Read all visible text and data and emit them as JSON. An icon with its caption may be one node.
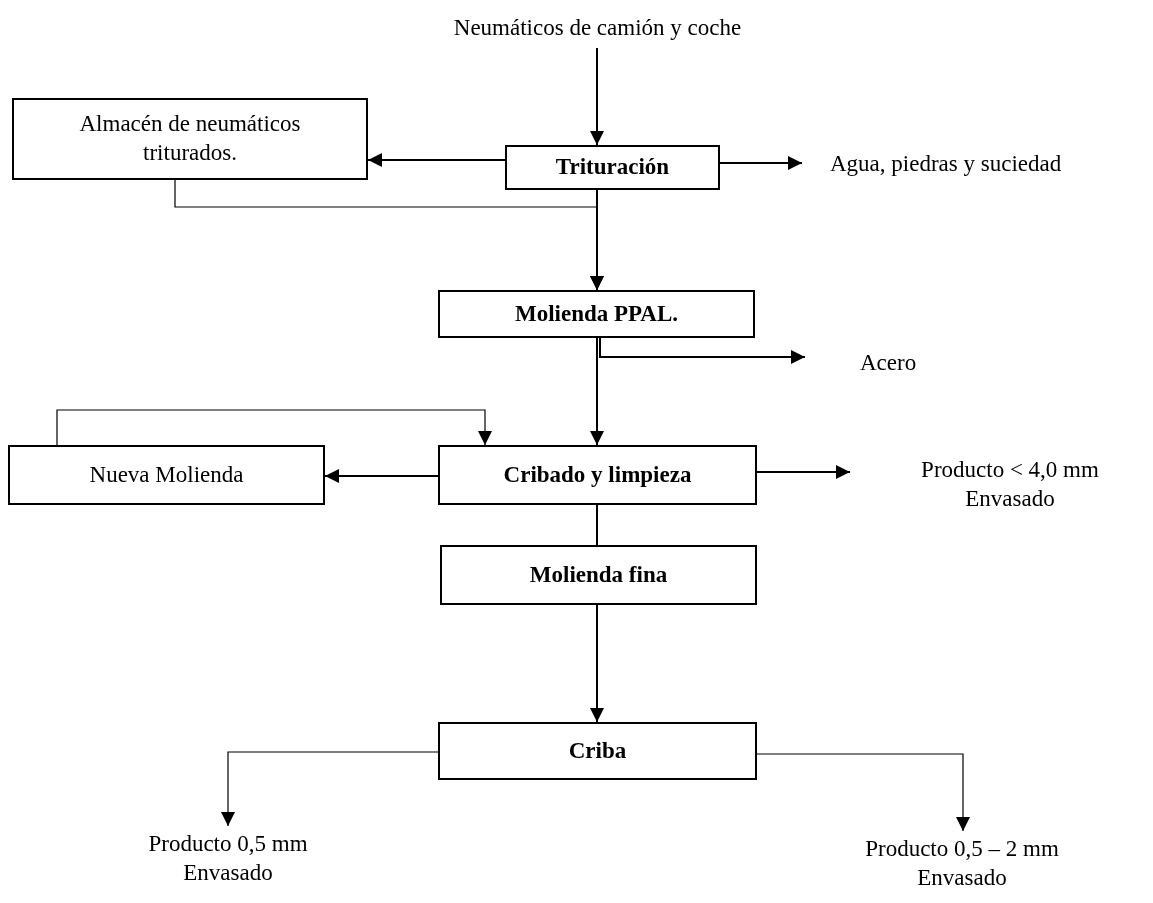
{
  "diagram": {
    "nodes": [
      {
        "text": [
          "Neumáticos de camión y coche"
        ]
      },
      {
        "text": [
          "Almacén de neumáticos triturados."
        ]
      },
      {
        "text": [
          "Trituración"
        ]
      },
      {
        "text": [
          "Agua, piedras y suciedad"
        ]
      },
      {
        "text": [
          "Molienda PPAL."
        ]
      },
      {
        "text": [
          "Acero"
        ]
      },
      {
        "text": [
          "Nueva Molienda"
        ]
      },
      {
        "text": [
          "Cribado y limpieza"
        ]
      },
      {
        "text": [
          "Producto < 4,0 mm Envasado"
        ]
      },
      {
        "text": [
          "Molienda fina"
        ]
      },
      {
        "text": [
          "Criba"
        ]
      },
      {
        "text": [
          "Producto 0,5 mm Envasado"
        ]
      },
      {
        "text": [
          "Producto 0,5 – 2 mm Envasado"
        ]
      }
    ],
    "edges": [
      {
        "from": 0,
        "to": 2,
        "arrow": "to"
      },
      {
        "from": 2,
        "to": 1,
        "arrow": "to"
      },
      {
        "from": 2,
        "to": 3,
        "arrow": "to"
      },
      {
        "from": 2,
        "to": 4,
        "arrow": "to"
      },
      {
        "from": 1,
        "to": 4,
        "arrow": "to"
      },
      {
        "from": 4,
        "to": 7,
        "arrow": "to"
      },
      {
        "from": 4,
        "to": 5,
        "arrow": "to"
      },
      {
        "from": 7,
        "to": 6,
        "arrow": "to"
      },
      {
        "from": 6,
        "to": 7,
        "arrow": "to"
      },
      {
        "from": 7,
        "to": 8,
        "arrow": "to"
      },
      {
        "from": 7,
        "to": 9,
        "arrow": "none"
      },
      {
        "from": 9,
        "to": 10,
        "arrow": "to"
      },
      {
        "from": 10,
        "to": 11,
        "arrow": "to"
      },
      {
        "from": 10,
        "to": 12,
        "arrow": "to"
      }
    ]
  }
}
